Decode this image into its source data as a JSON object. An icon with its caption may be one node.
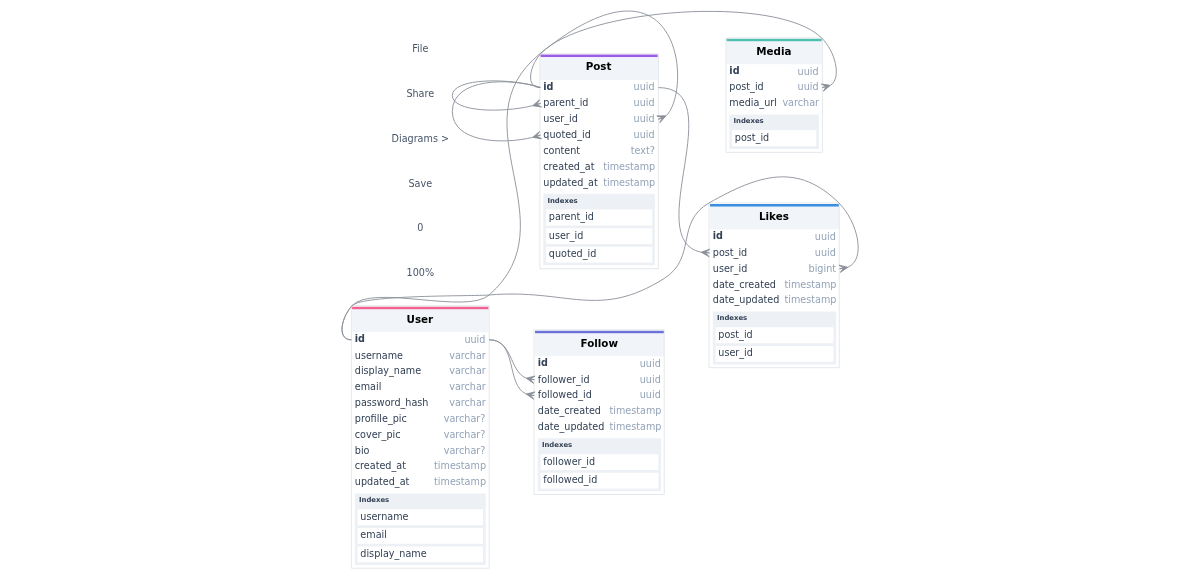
{
  "diagram": {
    "nodes": [
      {
        "text": [
          "Likes",
          "id",
          "uuid",
          "post_id",
          "uuid",
          "user_id",
          "bigint",
          "date_created",
          "timestamp",
          "date_updated",
          "timestamp",
          "Indexes",
          "post_id",
          "user_id"
        ]
      },
      {
        "text": [
          "Media",
          "id",
          "uuid",
          "post_id",
          "uuid",
          "media_url",
          "varchar",
          "Indexes",
          "post_id"
        ]
      },
      {
        "text": [
          "Post",
          "id",
          "uuid",
          "parent_id",
          "uuid",
          "user_id",
          "uuid",
          "quoted_id",
          "uuid",
          "content",
          "text?",
          "created_at",
          "timestamp",
          "updated_at",
          "timestamp",
          "Indexes",
          "parent_id",
          "user_id",
          "quoted_id"
        ]
      },
      {
        "text": [
          "User",
          "id",
          "uuid",
          "username",
          "varchar",
          "display_name",
          "varchar",
          "email",
          "varchar",
          "password_hash",
          "varchar",
          "profille_pic",
          "varchar?",
          "cover_pic",
          "varchar?",
          "bio",
          "varchar?",
          "created_at",
          "timestamp",
          "updated_at",
          "timestamp",
          "Indexes",
          "username",
          "email",
          "display_name"
        ]
      },
      {
        "text": [
          "Follow",
          "id",
          "uuid",
          "follower_id",
          "uuid",
          "followed_id",
          "uuid",
          "date_created",
          "timestamp",
          "date_updated",
          "timestamp",
          "Indexes",
          "follower_id",
          "followed_id"
        ]
      }
    ],
    "edges": [
      {
        "from": 2,
        "to": 0,
        "arrow": "other"
      },
      {
        "from": 3,
        "to": 0,
        "arrow": "other"
      },
      {
        "from": 2,
        "to": 1,
        "arrow": "other"
      },
      {
        "from": 2,
        "to": 2,
        "arrow": "other"
      },
      {
        "from": 2,
        "to": 2,
        "arrow": "other"
      },
      {
        "from": 3,
        "to": 2,
        "arrow": "other"
      },
      {
        "from": 3,
        "to": 4,
        "arrow": "other"
      },
      {
        "from": 3,
        "to": 4,
        "arrow": "other"
      }
    ],
    "labels": [
      "File",
      "Share",
      "Diagrams >",
      "Save",
      "0",
      "100%"
    ]
  }
}
